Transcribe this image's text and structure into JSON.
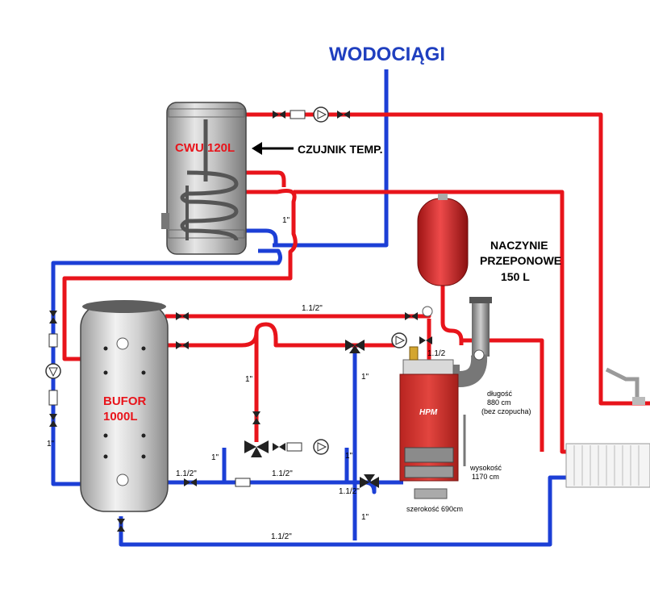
{
  "labels": {
    "water_supply": "WODOCIĄGI",
    "dhw_tank": "CWU  120L",
    "temp_sensor": "CZUJNIK TEMP.",
    "expansion_line1": "NACZYNIE",
    "expansion_line2": "PRZEPONOWE",
    "expansion_line3": "150 L",
    "buffer_line1": "BUFOR",
    "buffer_line2": "1000L",
    "boiler_brand": "HPM",
    "length_line1": "długość",
    "length_line2": "880 cm",
    "length_line3": "(bez czopucha)",
    "height_line1": "wysokość",
    "height_line2": "1170 cm",
    "width": "szerokość 690cm"
  },
  "pipe_sizes": {
    "coil_link": "1\"",
    "buffer_top_feed": "1.1/2\"",
    "boiler_feed": "1.1/2",
    "mix_drop": "1\"",
    "return_riser": "1\"",
    "left_loop": "1\"",
    "mix_bypass": "1\"",
    "pump_loop": "1\"",
    "buffer_bottom": "1.1/2\"",
    "mix_return": "1.1/2\"",
    "boiler_return": "1.1/2\"",
    "boiler_riser": "1\"",
    "main_return": "1.1/2\""
  },
  "colors": {
    "supply": "#e8141b",
    "return": "#1c3fd6",
    "title": "#1f3fbf",
    "tank_metal": "#b9b9b9",
    "boiler_red": "#d6302b",
    "vessel_red": "#d62a2a"
  }
}
